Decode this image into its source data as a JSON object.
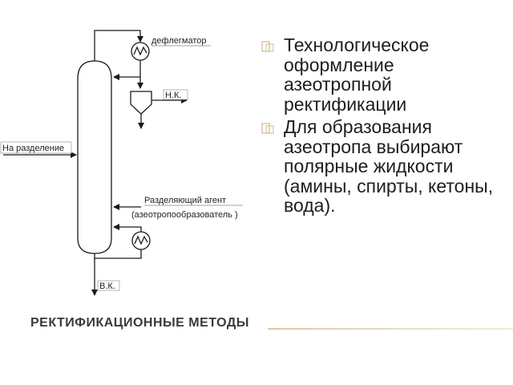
{
  "diagram": {
    "labels": {
      "condenser": "дефлегматор",
      "distillate": "Н.К.",
      "feed": "На разделение",
      "agent_line1": "Разделяющий агент",
      "agent_line2": "(азеотропообразователь )",
      "bottoms": "В.К."
    }
  },
  "bullets": [
    {
      "text": "Технологическое оформление азеотропной ректификации"
    },
    {
      "text": "Для образования азеотропа выбирают полярные жидкости (амины, спирты, кетоны, вода)."
    }
  ],
  "title": "Ректификационные методы",
  "colors": {
    "line": "#1a1a1a",
    "bullet": "#d6c89a",
    "rule": "#e6dbb5"
  },
  "icons": {
    "bullet": "open-square-bullet-icon",
    "heat_exchanger": "heat-exchanger-icon"
  }
}
